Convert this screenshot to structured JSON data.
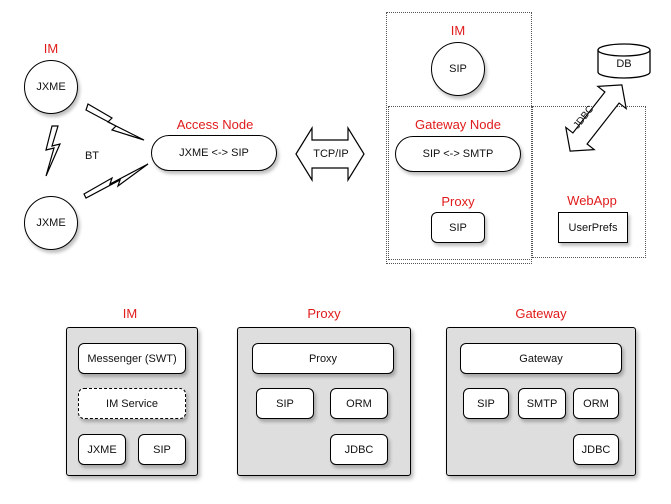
{
  "top": {
    "im_label": "IM",
    "jxme_top": "JXME",
    "jxme_bottom": "JXME",
    "bt_label": "BT",
    "access_node_label": "Access Node",
    "access_node_text": "JXME <-> SIP",
    "tcpip_label": "TCP/IP",
    "im2_label": "IM",
    "im2_sip": "SIP",
    "gateway_node_label": "Gateway Node",
    "gateway_node_text": "SIP <-> SMTP",
    "proxy_label": "Proxy",
    "proxy_sip": "SIP",
    "db_label": "DB",
    "jdbc_label": "JDBC",
    "webapp_label": "WebApp",
    "userprefs": "UserPrefs"
  },
  "panels": {
    "im": {
      "title": "IM",
      "messenger": "Messenger (SWT)",
      "im_service": "IM Service",
      "jxme": "JXME",
      "sip": "SIP"
    },
    "proxy": {
      "title": "Proxy",
      "proxy": "Proxy",
      "sip": "SIP",
      "orm": "ORM",
      "jdbc": "JDBC"
    },
    "gateway": {
      "title": "Gateway",
      "gateway": "Gateway",
      "sip": "SIP",
      "smtp": "SMTP",
      "orm": "ORM",
      "jdbc": "JDBC"
    }
  },
  "colors": {
    "label_red": "#e01b1b",
    "panel_gray": "#dedede"
  }
}
